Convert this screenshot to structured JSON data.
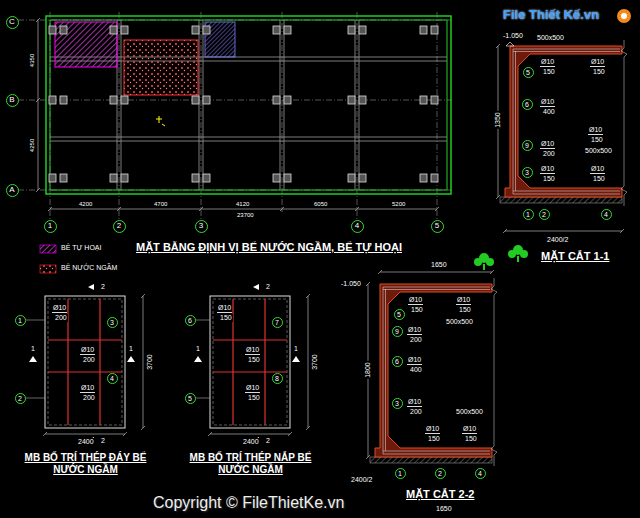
{
  "diagram": {
    "nodes": [
      {
        "text": [
          "C"
        ]
      },
      {
        "text": [
          "B"
        ]
      },
      {
        "text": [
          "A"
        ]
      },
      {
        "text": [
          "1"
        ]
      },
      {
        "text": [
          "2"
        ]
      },
      {
        "text": [
          "3"
        ]
      },
      {
        "text": [
          "4"
        ]
      },
      {
        "text": [
          "5"
        ]
      },
      {
        "text": [
          "1"
        ]
      },
      {
        "text": [
          "2"
        ]
      },
      {
        "text": [
          "3"
        ]
      },
      {
        "text": [
          "4"
        ]
      },
      {
        "text": [
          "6"
        ]
      },
      {
        "text": [
          "5"
        ]
      },
      {
        "text": [
          "7"
        ]
      },
      {
        "text": [
          "8"
        ]
      },
      {
        "text": [
          "5"
        ]
      },
      {
        "text": [
          "6"
        ]
      },
      {
        "text": [
          "9"
        ]
      },
      {
        "text": [
          "3"
        ]
      },
      {
        "text": [
          "1"
        ]
      },
      {
        "text": [
          "2"
        ]
      },
      {
        "text": [
          "4"
        ]
      },
      {
        "text": [
          "5"
        ]
      },
      {
        "text": [
          "9"
        ]
      },
      {
        "text": [
          "6"
        ]
      },
      {
        "text": [
          "3"
        ]
      },
      {
        "text": [
          "1"
        ]
      },
      {
        "text": [
          "2"
        ]
      },
      {
        "text": [
          "4"
        ]
      }
    ],
    "labels": [
      "MẶT BẰNG ĐỊNH VỊ BỂ NƯỚC NGẦM, BỂ TỰ HOẠI",
      "4200",
      "4700",
      "4120",
      "6050",
      "5200",
      "23700",
      "4350",
      "4250",
      "-1.050",
      "500x500",
      "Ø10",
      "150",
      "Ø10",
      "150",
      "Ø10",
      "400",
      "Ø10",
      "200",
      "Ø10",
      "150",
      "500x500",
      "Ø10",
      "150",
      "Ø10",
      "150",
      "1350",
      "2400/2",
      "MẶT CẮT 1-1",
      "1650",
      "-1.050",
      "Ø10",
      "150",
      "Ø10",
      "150",
      "500x500",
      "Ø10",
      "200",
      "Ø10",
      "400",
      "Ø10",
      "200",
      "Ø10",
      "150",
      "Ø10",
      "150",
      "500x500",
      "1800",
      "2400/2",
      "MẶT CẮT 2-2",
      "1650",
      "Ø10",
      "200",
      "Ø10",
      "200",
      "Ø10",
      "200",
      "2400",
      "3700",
      "1",
      "1",
      "2",
      "2",
      "MB BỐ TRÍ THÉP ĐÁY BỂ NƯỚC NGẦM",
      "Ø10",
      "150",
      "Ø10",
      "150",
      "Ø10",
      "150",
      "2400",
      "3700",
      "1",
      "1",
      "2",
      "2",
      "MB BỐ TRÍ THÉP NẮP BỂ NƯỚC NGẦM",
      "Copyright © FileThietKe.vn",
      "File Thiết Kế.vn"
    ],
    "legend": [
      {
        "text": "BỂ TỰ HOẠI"
      },
      {
        "text": "BỂ NƯỚC NGẦM"
      }
    ]
  }
}
